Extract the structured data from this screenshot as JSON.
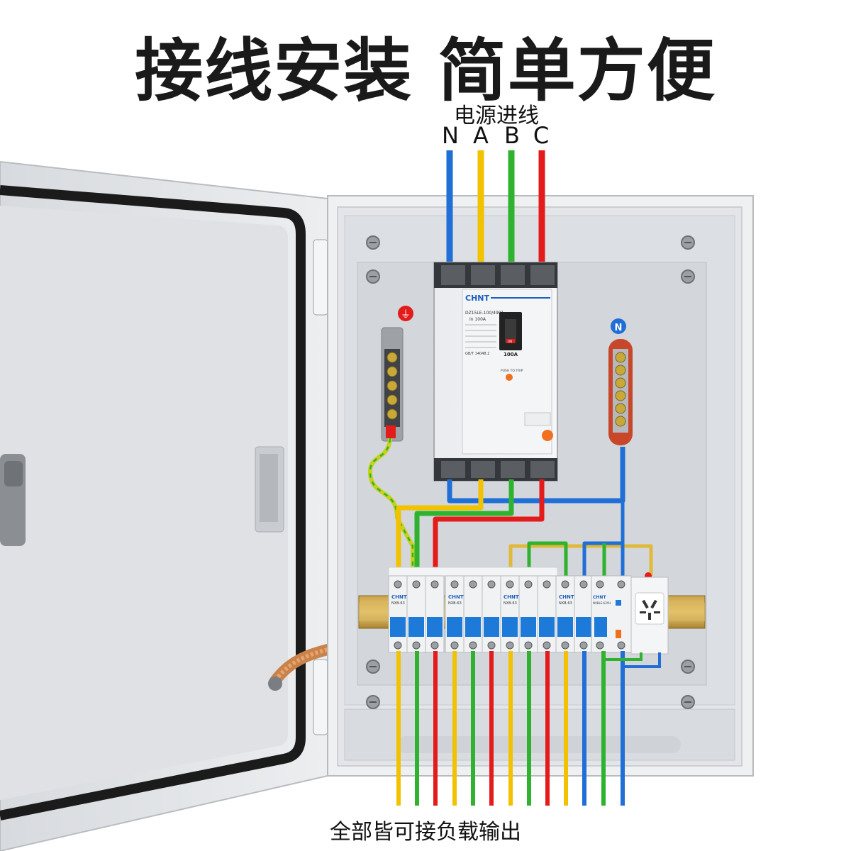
{
  "headline": "接线安装 简单方便",
  "supply_label": "电源进线",
  "phases": [
    "N",
    "A",
    "B",
    "C"
  ],
  "footer": "全部皆可接负载输出",
  "earth_symbol": "⏚",
  "neutral_badge": "N",
  "main_breaker": {
    "brand": "CHNT",
    "model": "DZ15LE-100/4901",
    "rating": "100A",
    "rating_line": "In  100A",
    "push_to_trip": "PUSH TO TRIP",
    "on_label": "ON",
    "standard": "GB/T 14048.2"
  },
  "mcb_brand": "CHNT",
  "mcb_model": "NXB-63",
  "rcbo_model": "NXBLE-63YH",
  "colors": {
    "blue": "#1f6fd6",
    "yellow": "#f2c200",
    "green": "#2fb32f",
    "red": "#e31b1b",
    "cabinet": "#e7e9ec",
    "mcb_blue": "#1e7ad8"
  }
}
